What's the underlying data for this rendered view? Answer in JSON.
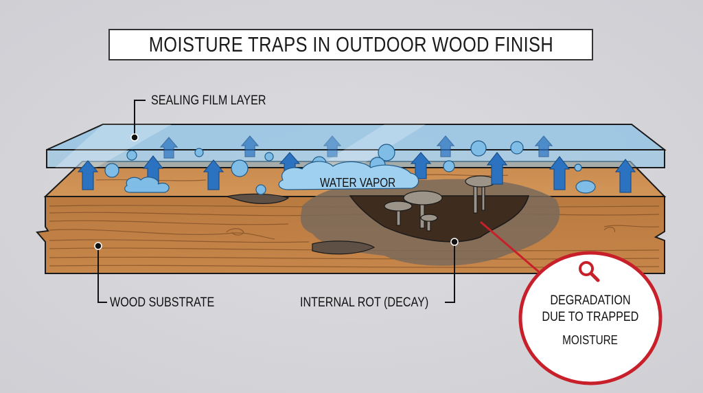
{
  "title": "MOISTURE TRAPS IN OUTDOOR WOOD FINISH",
  "labels": {
    "sealing_film": "SEALING FILM LAYER",
    "water_vapor": "WATER VAPOR",
    "wood_substrate": "WOOD SUBSTRATE",
    "internal_rot": "INTERNAL ROT (DECAY)"
  },
  "callout": {
    "icon": "magnifier-icon",
    "lines": [
      "DEGRADATION",
      "DUE TO TRAPPED",
      "MOISTURE"
    ]
  },
  "colors": {
    "film": "#8ec3e6",
    "wood": "#c98a4e",
    "wood_dark": "#b0733d",
    "arrow": "#2b73c0",
    "rot": "#5a4a3a",
    "callout_red": "#c8202a",
    "background": "#d6d6da"
  }
}
